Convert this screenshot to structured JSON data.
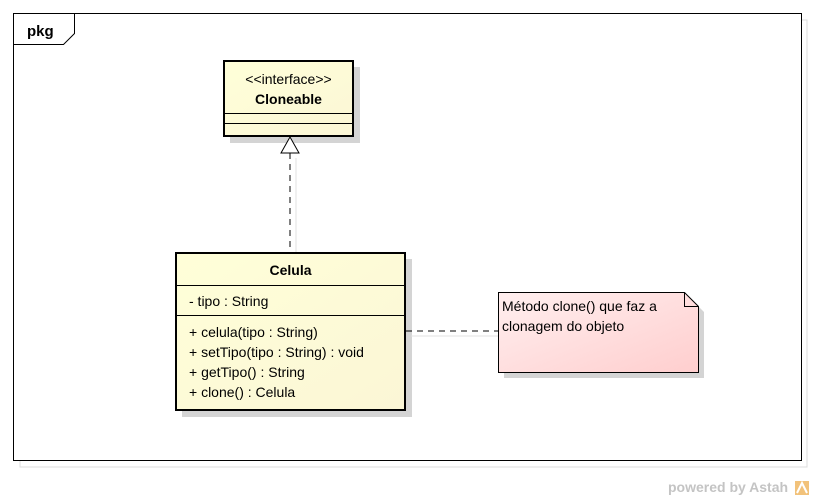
{
  "frame": {
    "label": "pkg"
  },
  "interface_class": {
    "stereotype": "<<interface>>",
    "name": "Cloneable"
  },
  "main_class": {
    "name": "Celula",
    "attributes": [
      "- tipo : String"
    ],
    "operations": [
      "+ celula(tipo : String)",
      "+ setTipo(tipo : String) : void",
      "+ getTipo() : String",
      "+ clone() : Celula"
    ]
  },
  "note": {
    "lines": [
      "Método clone() que faz a",
      "clonagem do objeto"
    ]
  },
  "footer": {
    "powered_by": "powered by Astah"
  },
  "colors": {
    "class_fill": "#ffffde",
    "note_fill_start": "#ffeeee",
    "note_fill_end": "#ffd0d0",
    "shadow": "#d4d4d4",
    "border": "#000000"
  }
}
